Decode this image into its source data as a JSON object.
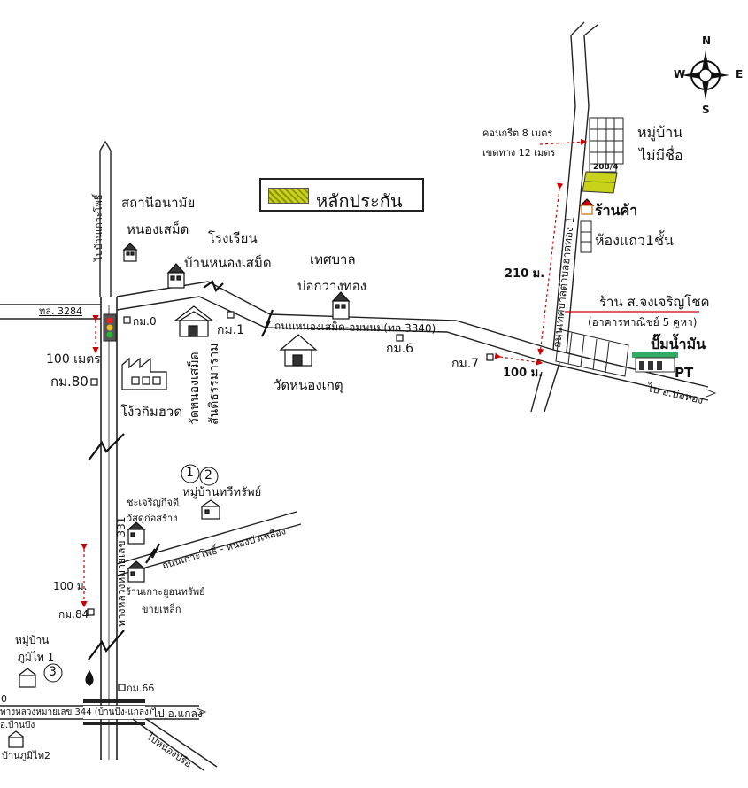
{
  "legend": {
    "label": "หลักประกัน",
    "swatch_color": "#c9d21a"
  },
  "compass": {
    "n": "N",
    "s": "S",
    "e": "E",
    "w": "W"
  },
  "roads": {
    "route_3284": "ทล. 3284",
    "to_ban_koh_phai": "ไปบ้านเกาะโพธิ์",
    "highway_331": "ทางหลวงหมายเลข 331",
    "nongsamet_omphanom": "ถนนหนองเสม็ด-อมพนม(ทล.3340)",
    "thetsaban_road": "ถนนเทศบาลตำบลฮาดทอง 1",
    "kohphai_nongbualong": "ถนนเกาะโพธิ์ - หนองบัวเหลือง",
    "highway_344": "ทางหลวงหมายเลข 344 (บ้านบึง-แกลง)",
    "to_klaeng": "ไป อ.แกลง",
    "to_bothong": "ไป อ.บ่อทอง",
    "to_nongprue": "ไปหนองปรือ",
    "to_banbueng": "อ.บ้านบึง"
  },
  "places": {
    "health_station": [
      "สถานีอนามัย",
      "หนองเสม็ด"
    ],
    "school": [
      "โรงเรียน",
      "บ้านหนองเสม็ด"
    ],
    "municipality": [
      "เทศบาล",
      "บ่อกวางทอง"
    ],
    "temple_nongsamet": [
      "วัดหนองเสม็ด",
      "สันติธรรมาราม"
    ],
    "temple_nongket": "วัดหนองเกตุ",
    "factory": "โง้วกิมฮวด",
    "village_theewasap": "หมู่บ้านทวีทรัพย์",
    "shop_charoenkij": [
      "ชะเจริญกิจดี",
      "วัสดุก่อสร้าง"
    ],
    "shop_kaoyoun": [
      "ร้านเกาะยูอนทรัพย์",
      "ขายเหล็ก"
    ],
    "village_phuthai": [
      "หมู่บ้าน",
      "ภูมิไท 1"
    ],
    "village_phuthai2": "บ้านภูมิไท2",
    "unnamed_village": [
      "หมู่บ้าน",
      "ไม่มีชื่อ"
    ],
    "store": "ร้านค้า",
    "row_houses": "ห้องแถว1ชั้น",
    "shop_chongcharoen": [
      "ร้าน ส.จงเจริญโชค",
      "(อาคารพาณิชย์ 5 คูหา)"
    ],
    "gas_station": "ปั๊มน้ำมัน",
    "gas_brand": "PT",
    "parcel_no": "208/4",
    "concrete": "คอนกรีต 8 เมตร",
    "reserve": "เขตทาง 12 เมตร"
  },
  "markers": {
    "km0": "กม.0",
    "km1": "กม.1",
    "km6": "กม.6",
    "km7": "กม.7",
    "km66": "กม.66",
    "km80": "กม.80",
    "km84": "กม.84"
  },
  "distances": {
    "d100_top": "100 เมตร",
    "d100_km7": "100 ม.",
    "d210": "210 ม.",
    "d100_km84": "100 ม."
  },
  "circled": [
    "1",
    "2",
    "3"
  ],
  "misc": {
    "edge_zero": "0"
  }
}
